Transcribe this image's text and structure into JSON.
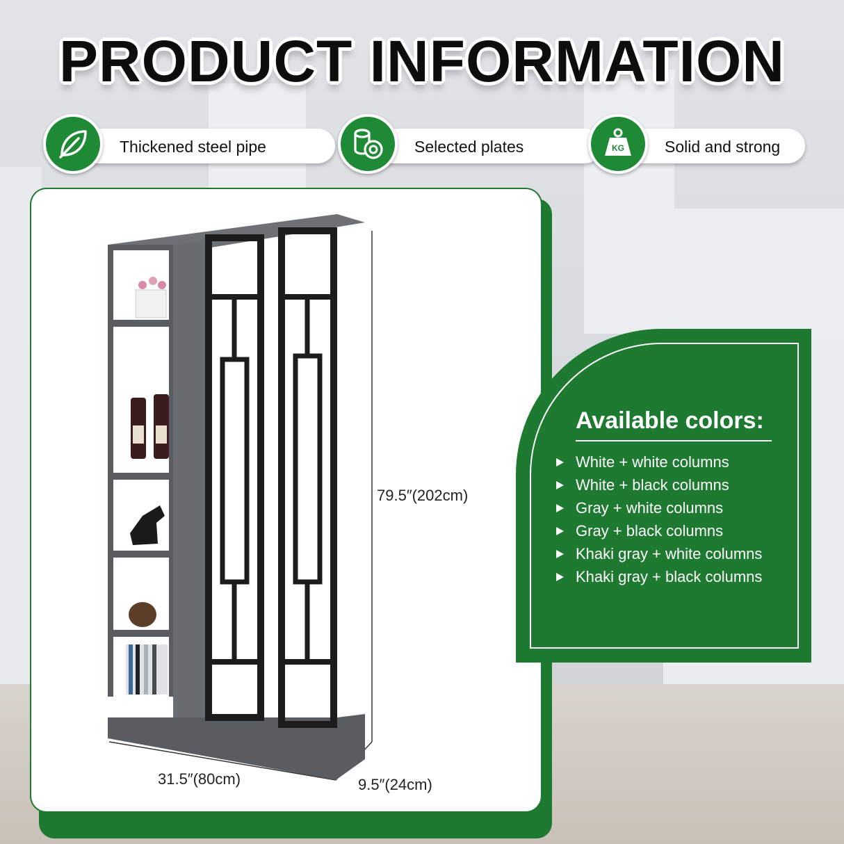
{
  "header": {
    "title": "PRODUCT INFORMATION"
  },
  "features": [
    {
      "icon": "leaf-icon",
      "label": "Thickened steel pipe"
    },
    {
      "icon": "pipes-icon",
      "label": "Selected plates"
    },
    {
      "icon": "weight-icon",
      "badge": "KG",
      "label": "Solid and strong"
    }
  ],
  "dimensions": {
    "height": "79.5″(202cm)",
    "width": "31.5″(80cm)",
    "depth": "9.5″(24cm)"
  },
  "colors": {
    "title": "Available colors:",
    "items": [
      "White + white columns",
      "White + black columns",
      "Gray + white columns",
      "Gray + black columns",
      "Khaki gray + white columns",
      "Khaki gray + black columns"
    ]
  },
  "theme": {
    "accent": "#1d7a30",
    "product_gray": "#5a5d60",
    "frame_black": "#1c1c1c"
  }
}
